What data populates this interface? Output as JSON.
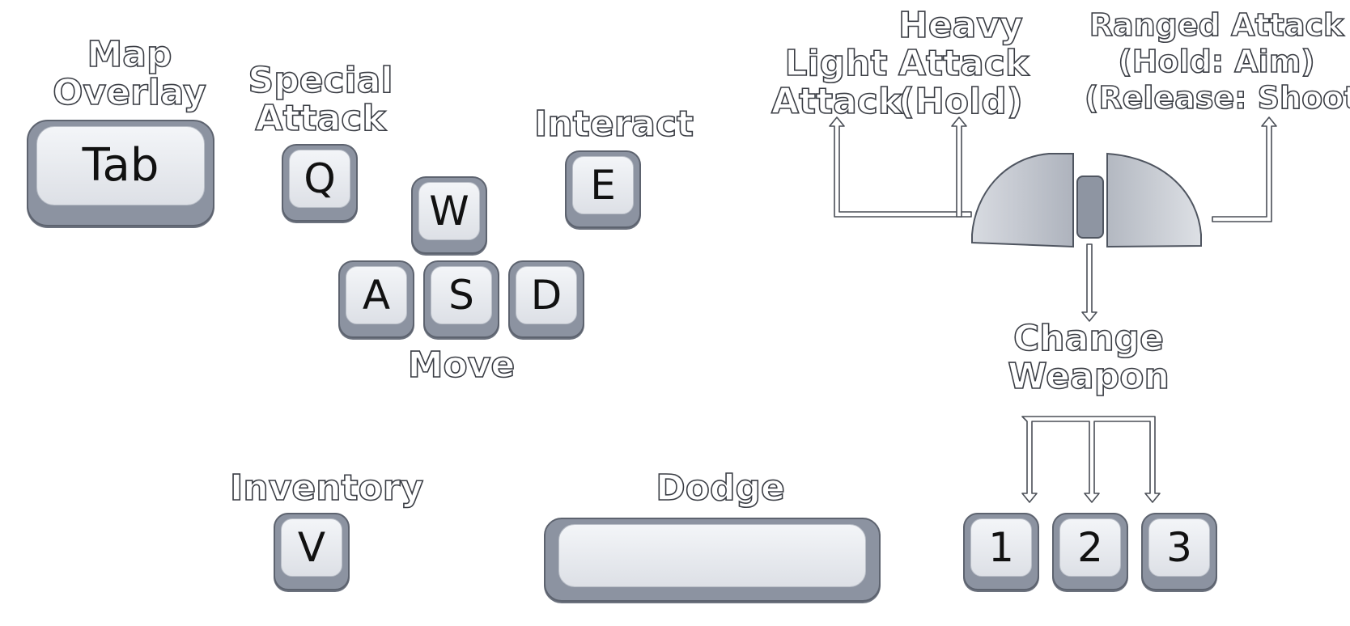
{
  "labels": {
    "map_overlay": [
      "Map",
      "Overlay"
    ],
    "special_attack": [
      "Special",
      "Attack"
    ],
    "interact": "Interact",
    "move": "Move",
    "inventory": "Inventory",
    "dodge": "Dodge",
    "light_attack": [
      "Light",
      "Attack"
    ],
    "heavy_attack": [
      "Heavy",
      "Attack",
      "(Hold)"
    ],
    "ranged_attack": [
      "Ranged Attack",
      "(Hold: Aim)",
      "(Release: Shoot)"
    ],
    "change_weapon": [
      "Change",
      "Weapon"
    ]
  },
  "keys": {
    "tab": "Tab",
    "q": "Q",
    "e": "E",
    "w": "W",
    "a": "A",
    "s": "S",
    "d": "D",
    "v": "V",
    "space": "",
    "one": "1",
    "two": "2",
    "three": "3"
  },
  "colors": {
    "key_body": "#8c93a1",
    "key_face": "#e8eaee",
    "label_outline": "#3a3d44",
    "arrow_outline": "#4a4e56"
  },
  "icons": {
    "mouse": "mouse-icon",
    "arrow": "arrow-icon"
  }
}
